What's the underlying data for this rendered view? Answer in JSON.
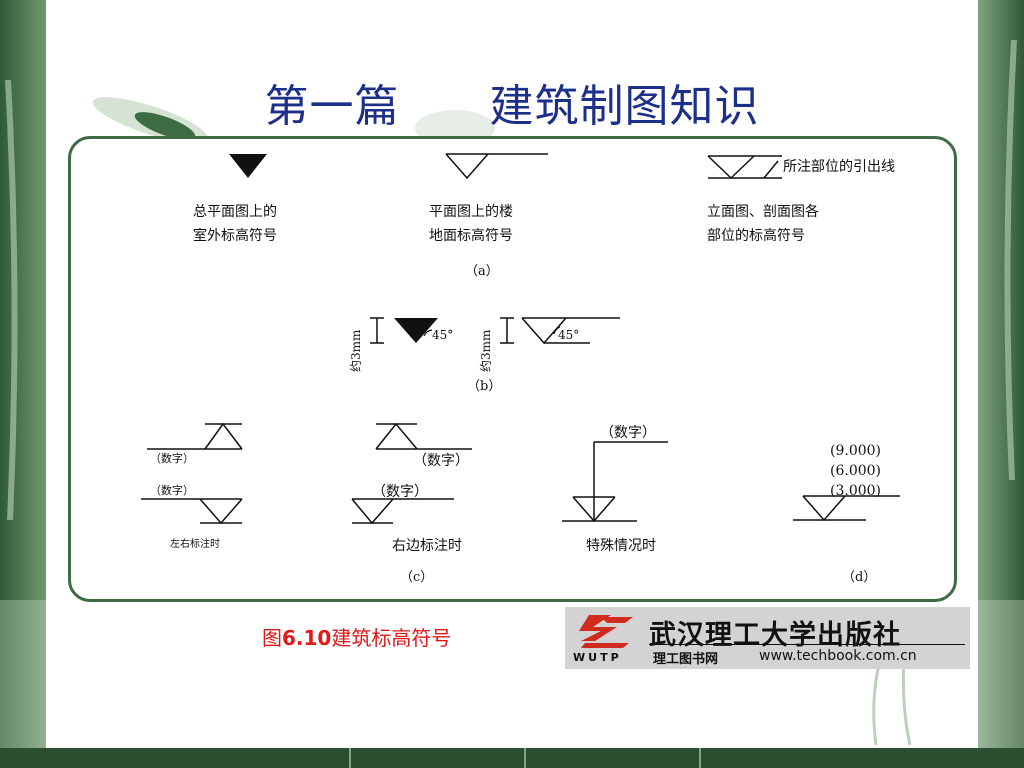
{
  "title": "第一篇      建筑制图知识",
  "caption_prefix": "图",
  "caption_number": "6.10",
  "caption_text": "建筑标高符号",
  "publisher": {
    "name": "武汉理工大学出版社",
    "abbr": "WUTP",
    "subtitle": "理工图书网",
    "url": "www.techbook.com.cn"
  },
  "panel_a": {
    "label": "（a）",
    "item1": [
      "总平面图上的",
      "室外标高符号"
    ],
    "item2": [
      "平面图上的楼",
      "地面标高符号"
    ],
    "item3": [
      "立面图、剖面图各",
      "部位的标高符号"
    ],
    "leader_label": "所注部位的引出线"
  },
  "panel_b": {
    "label": "（b）",
    "dim": "约3mm",
    "angle": "45°"
  },
  "panel_c": {
    "label": "（c）",
    "number": "（数字）",
    "caption_lr": "左右标注时",
    "caption_right": "右边标注时",
    "caption_special": "特殊情况时"
  },
  "panel_d": {
    "label": "（d）",
    "values": [
      "(9.000)",
      "(6.000)",
      "(3.000)"
    ]
  },
  "colors": {
    "title": "#1c2f8a",
    "frame": "#3e6a46",
    "caption": "#e01818"
  }
}
